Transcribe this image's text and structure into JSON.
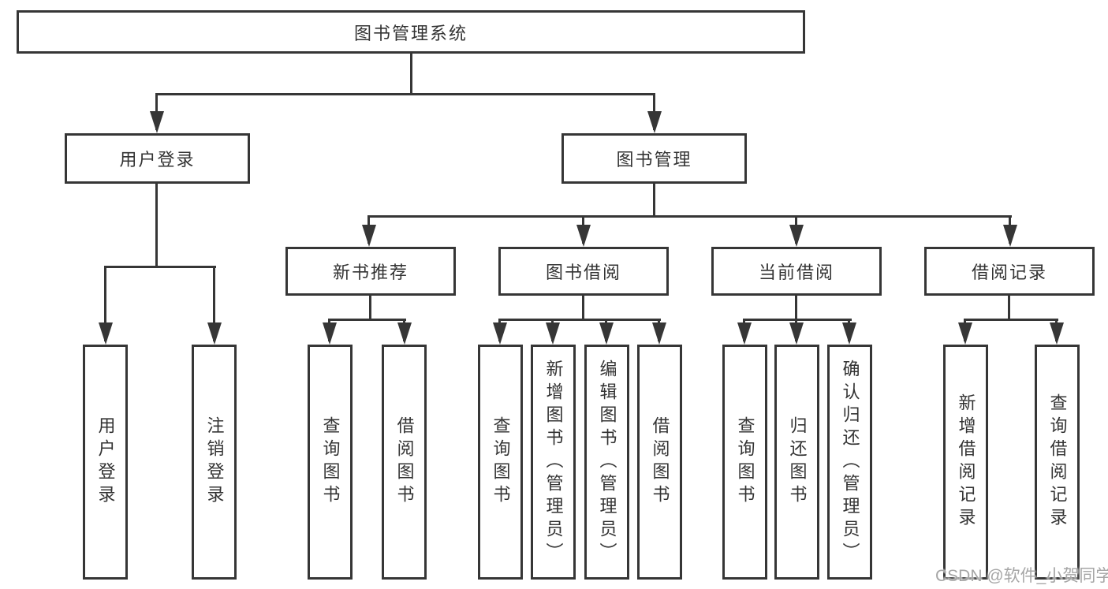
{
  "diagram": {
    "root": "图书管理系统",
    "level2": [
      "用户登录",
      "图书管理"
    ],
    "level3": [
      "新书推荐",
      "图书借阅",
      "当前借阅",
      "借阅记录"
    ],
    "leaves": {
      "user": [
        "用户登录",
        "注销登录"
      ],
      "recommend": [
        "查询图书",
        "借阅图书"
      ],
      "borrow": [
        "查询图书",
        "新增图书（管理员）",
        "编辑图书（管理员）",
        "借阅图书"
      ],
      "current": [
        "查询图书",
        "归还图书",
        "确认归还（管理员）"
      ],
      "records": [
        "新增借阅记录",
        "查询借阅记录"
      ]
    }
  },
  "watermark": "CSDN @软件_小贺同学",
  "colors": {
    "line": "#363636",
    "box_border": "#363636",
    "text": "#333333",
    "watermark": "#a6a6a6",
    "background": "#ffffff"
  }
}
